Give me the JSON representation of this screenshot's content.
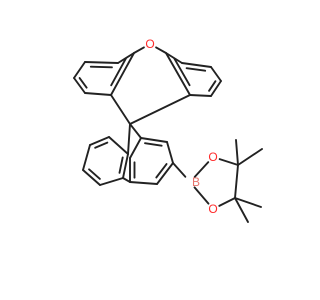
{
  "molecule": {
    "atoms": {
      "oxygen": "O",
      "boron": "B",
      "boronate_oxygen_upper": "O",
      "boronate_oxygen_lower": "O"
    }
  },
  "colors": {
    "bond": "#222222",
    "oxygen": "#ff2a2a",
    "boron": "#e8746c",
    "background": "#ffffff"
  }
}
